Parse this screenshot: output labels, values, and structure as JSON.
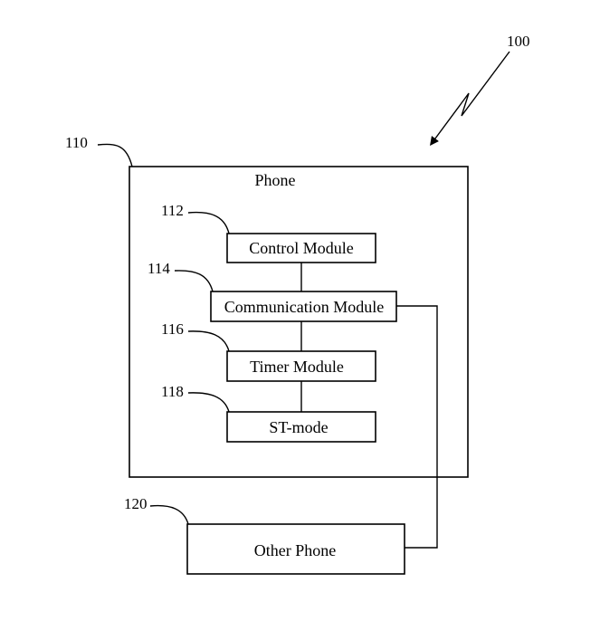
{
  "figure": {
    "ref": "100"
  },
  "phone": {
    "ref": "110",
    "label": "Phone",
    "modules": [
      {
        "ref": "112",
        "label": "Control Module"
      },
      {
        "ref": "114",
        "label": "Communication Module"
      },
      {
        "ref": "116",
        "label": "Timer Module"
      },
      {
        "ref": "118",
        "label": "ST-mode"
      }
    ]
  },
  "other_phone": {
    "ref": "120",
    "label": "Other Phone"
  }
}
